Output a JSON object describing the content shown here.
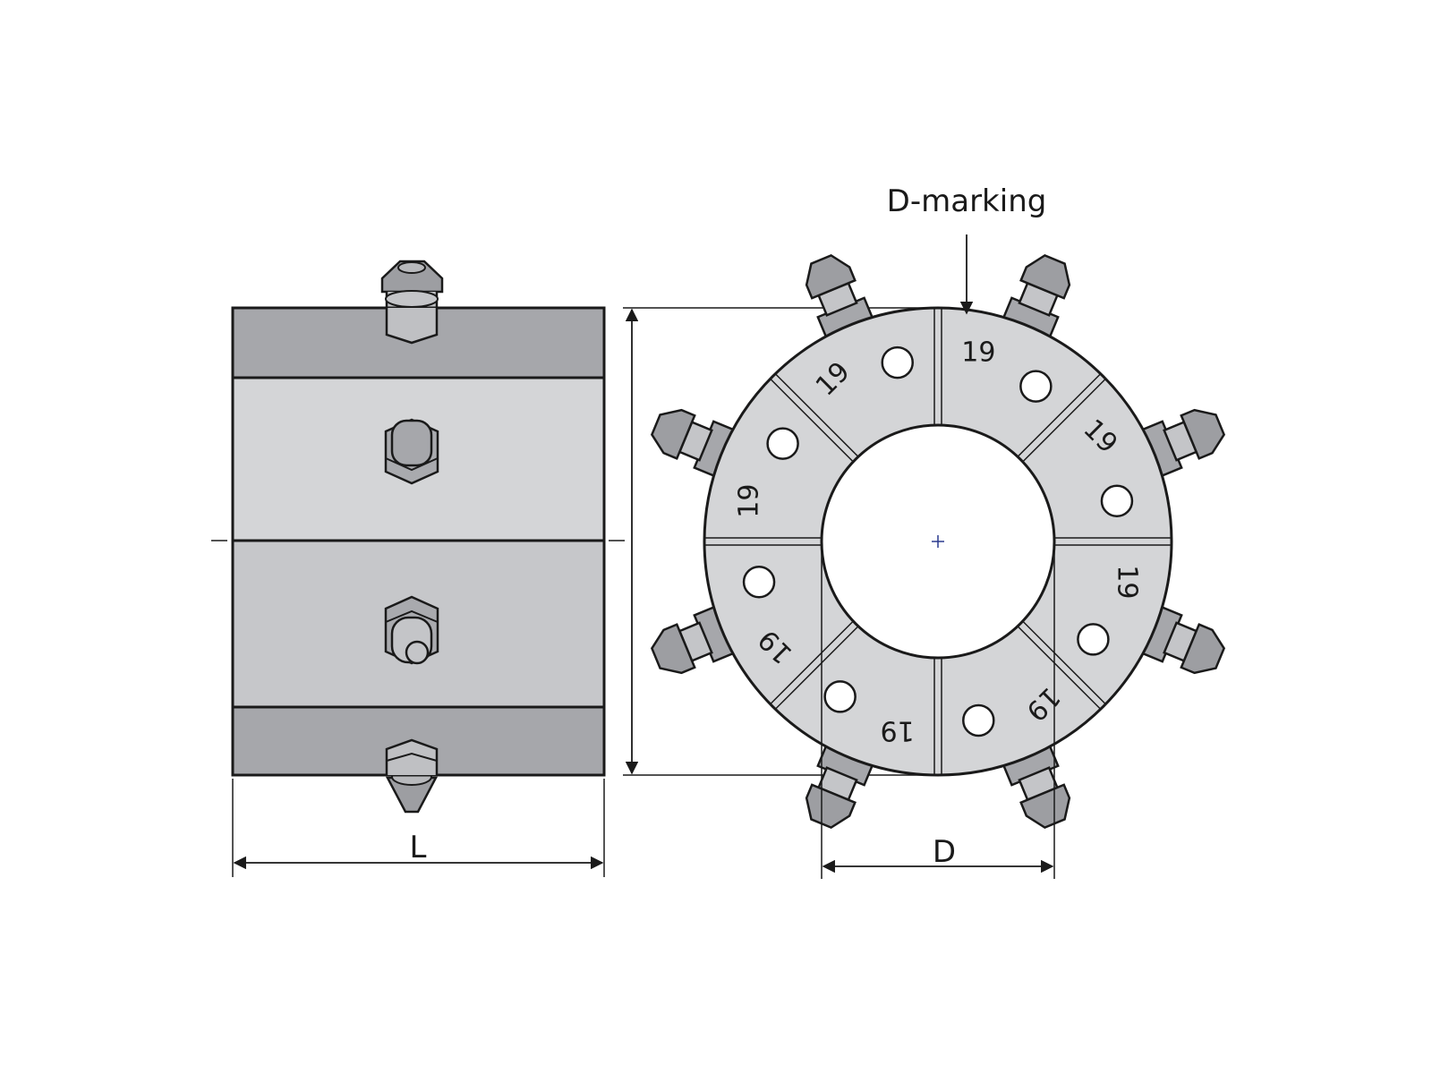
{
  "labels": {
    "d_marking": "D-marking",
    "length": "L",
    "diameter": "D"
  },
  "segment_number": "19",
  "segment_count": 8,
  "colors": {
    "outline": "#1a1a1a",
    "dark_band": "#a6a7ab",
    "light_band": "#d4d5d7",
    "ring_fill": "#d4d5d7",
    "insert_fill": "#9d9ea2",
    "bore_fill": "#ffffff",
    "center_mark": "#2b3a8f"
  }
}
